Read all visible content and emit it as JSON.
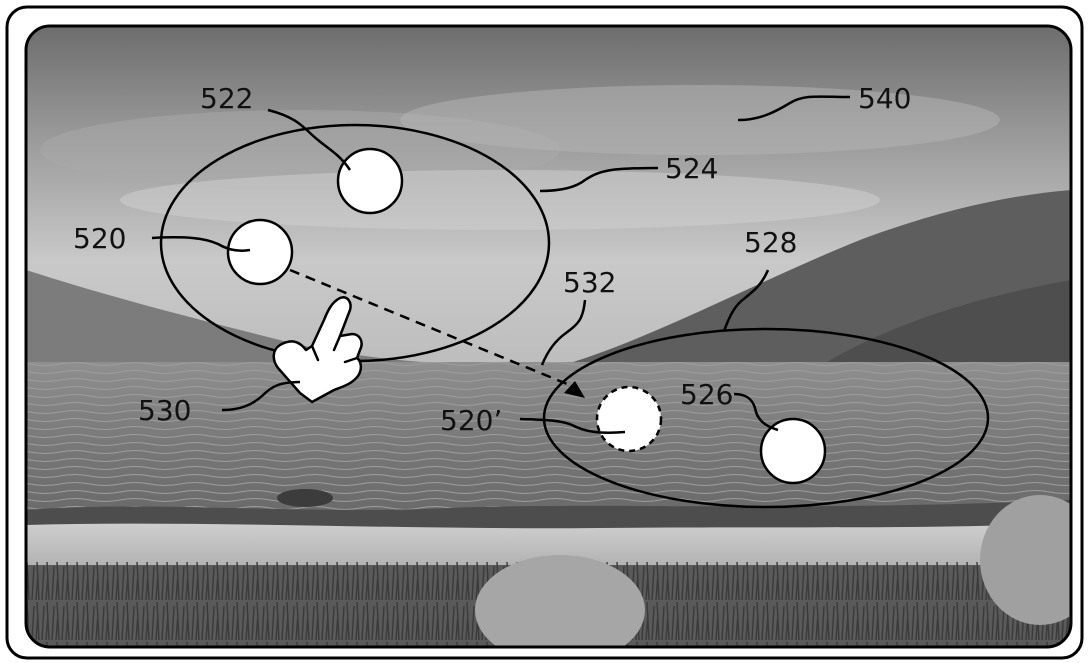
{
  "figure": {
    "labels": {
      "l520": "520",
      "l522": "522",
      "l524": "524",
      "l526": "526",
      "l528": "528",
      "l530": "530",
      "l532": "532",
      "l540": "540",
      "l520p": "520’"
    }
  },
  "colors": {
    "line": "#000000",
    "node_fill": "#ffffff",
    "frame_bg": "#ffffff"
  }
}
